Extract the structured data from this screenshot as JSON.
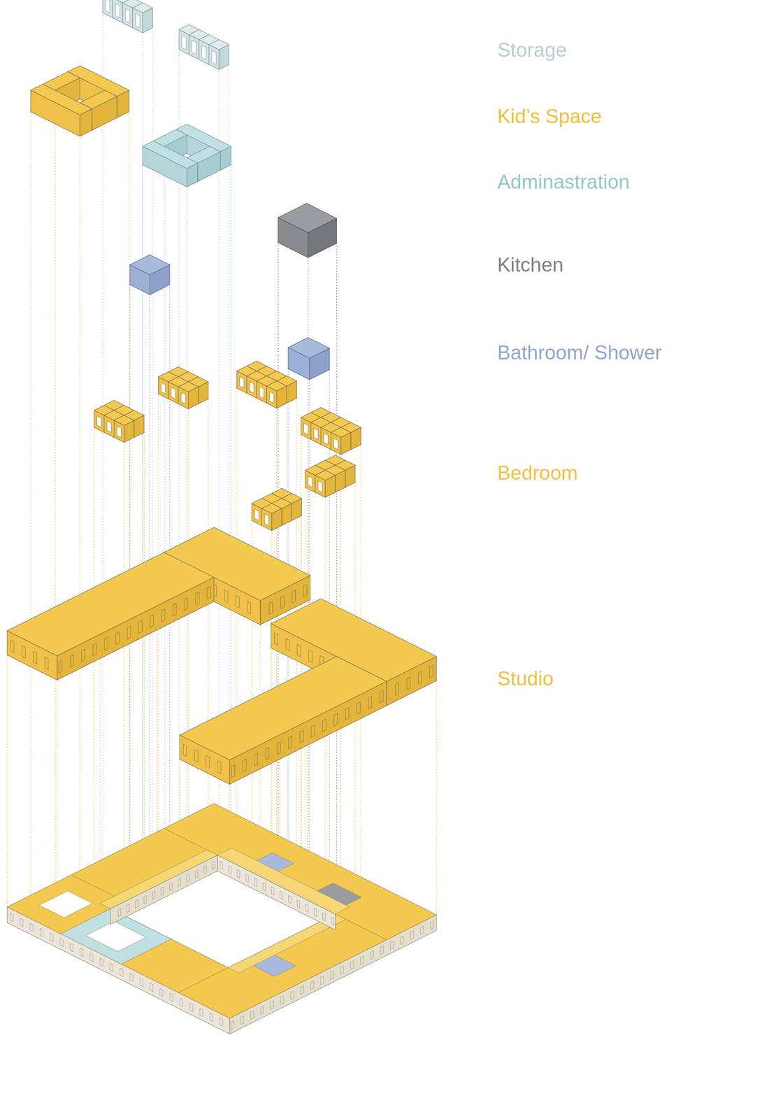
{
  "diagram": {
    "legend": [
      {
        "text": "Storage",
        "color": "#b5d1d5"
      },
      {
        "text": "Kid’s Space",
        "color": "#eec140"
      },
      {
        "text": "Adminastration",
        "color": "#94c6cd"
      },
      {
        "text": "Kitchen",
        "color": "#7d8087"
      },
      {
        "text": "Bathroom/ Shower",
        "color": "#93a7cd"
      },
      {
        "text": "Bedroom",
        "color": "#f0c24a"
      },
      {
        "text": "Studio",
        "color": "#efc146"
      }
    ]
  }
}
